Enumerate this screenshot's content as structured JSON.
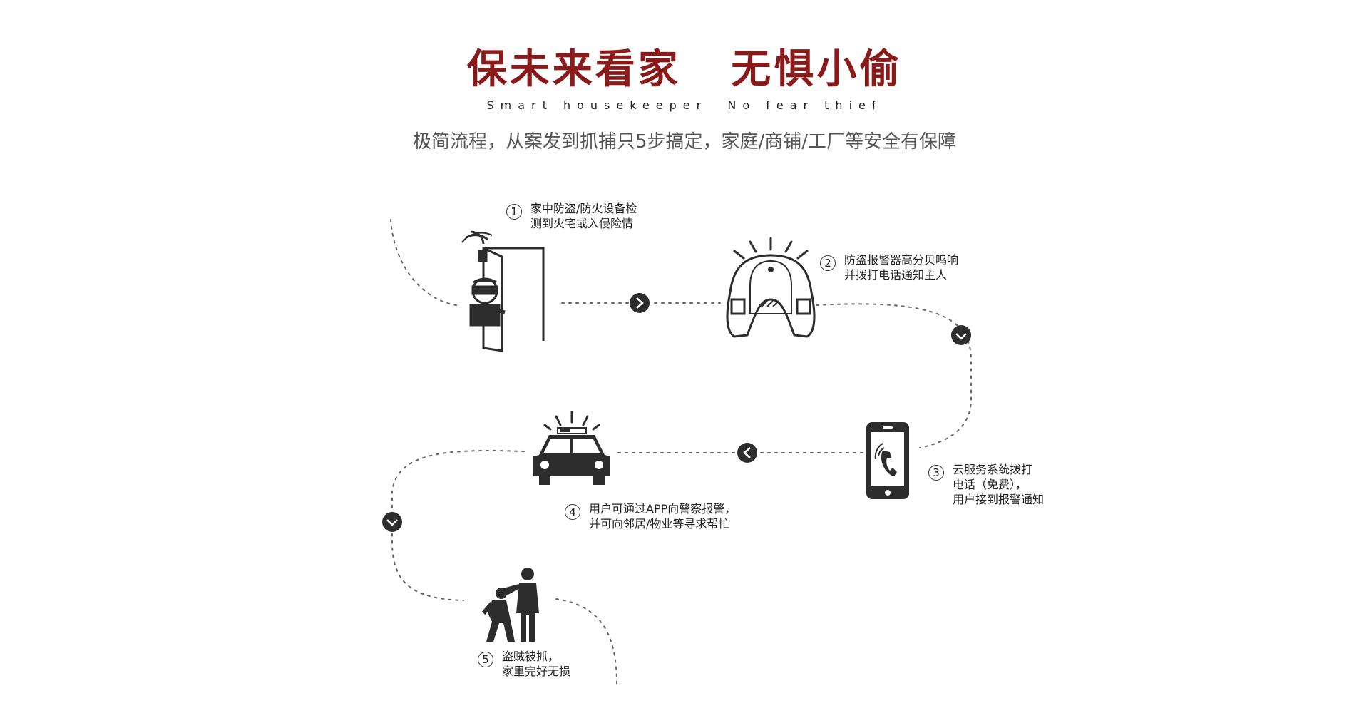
{
  "title": "保未来看家   无惧小偷",
  "subtitle_en": "Smart housekeeper  No fear thief",
  "description": "极简流程，从案发到抓捕只5步搞定，家庭/商铺/工厂等安全有保障",
  "colors": {
    "title": "#8b1a1a",
    "icon": "#2d2d2d",
    "path": "#666666"
  },
  "steps": [
    {
      "num": "1",
      "line1": "家中防盗/防火设备检",
      "line2": "测到火宅或入侵险情",
      "line3": "",
      "icon": "thief-at-door-icon"
    },
    {
      "num": "2",
      "line1": "防盗报警器高分贝鸣响",
      "line2": "并拨打电话通知主人",
      "line3": "",
      "icon": "alarm-siren-icon"
    },
    {
      "num": "3",
      "line1": "云服务系统拨打",
      "line2": "电话（免费），",
      "line3": "用户接到报警通知",
      "icon": "smartphone-call-icon"
    },
    {
      "num": "4",
      "line1": "用户可通过APP向警察报警，",
      "line2": "并可向邻居/物业等寻求帮忙",
      "line3": "",
      "icon": "police-car-icon"
    },
    {
      "num": "5",
      "line1": "盗贼被抓，",
      "line2": "家里完好无损",
      "line3": "",
      "icon": "thief-caught-icon"
    }
  ]
}
